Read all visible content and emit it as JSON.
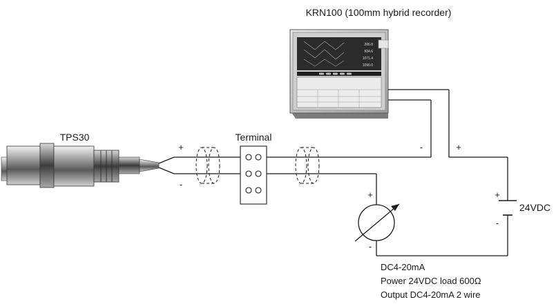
{
  "recorder": {
    "title": "KRN100 (100mm hybrid recorder)",
    "display_values": [
      "205.0",
      "834.6",
      "1071.4",
      "1090.0"
    ]
  },
  "sensor": {
    "label": "TPS30"
  },
  "terminal": {
    "label": "Terminal"
  },
  "polarity": {
    "sensor_plus": "+",
    "sensor_minus": "-",
    "recorder_minus": "-",
    "recorder_plus": "+",
    "meter_plus": "+",
    "meter_minus": "-",
    "supply_plus": "+",
    "supply_minus": "-"
  },
  "supply": {
    "label": "24VDC"
  },
  "specs": [
    "DC4-20mA",
    "Power 24VDC load 600Ω",
    "Output DC4-20mA 2 wire"
  ]
}
